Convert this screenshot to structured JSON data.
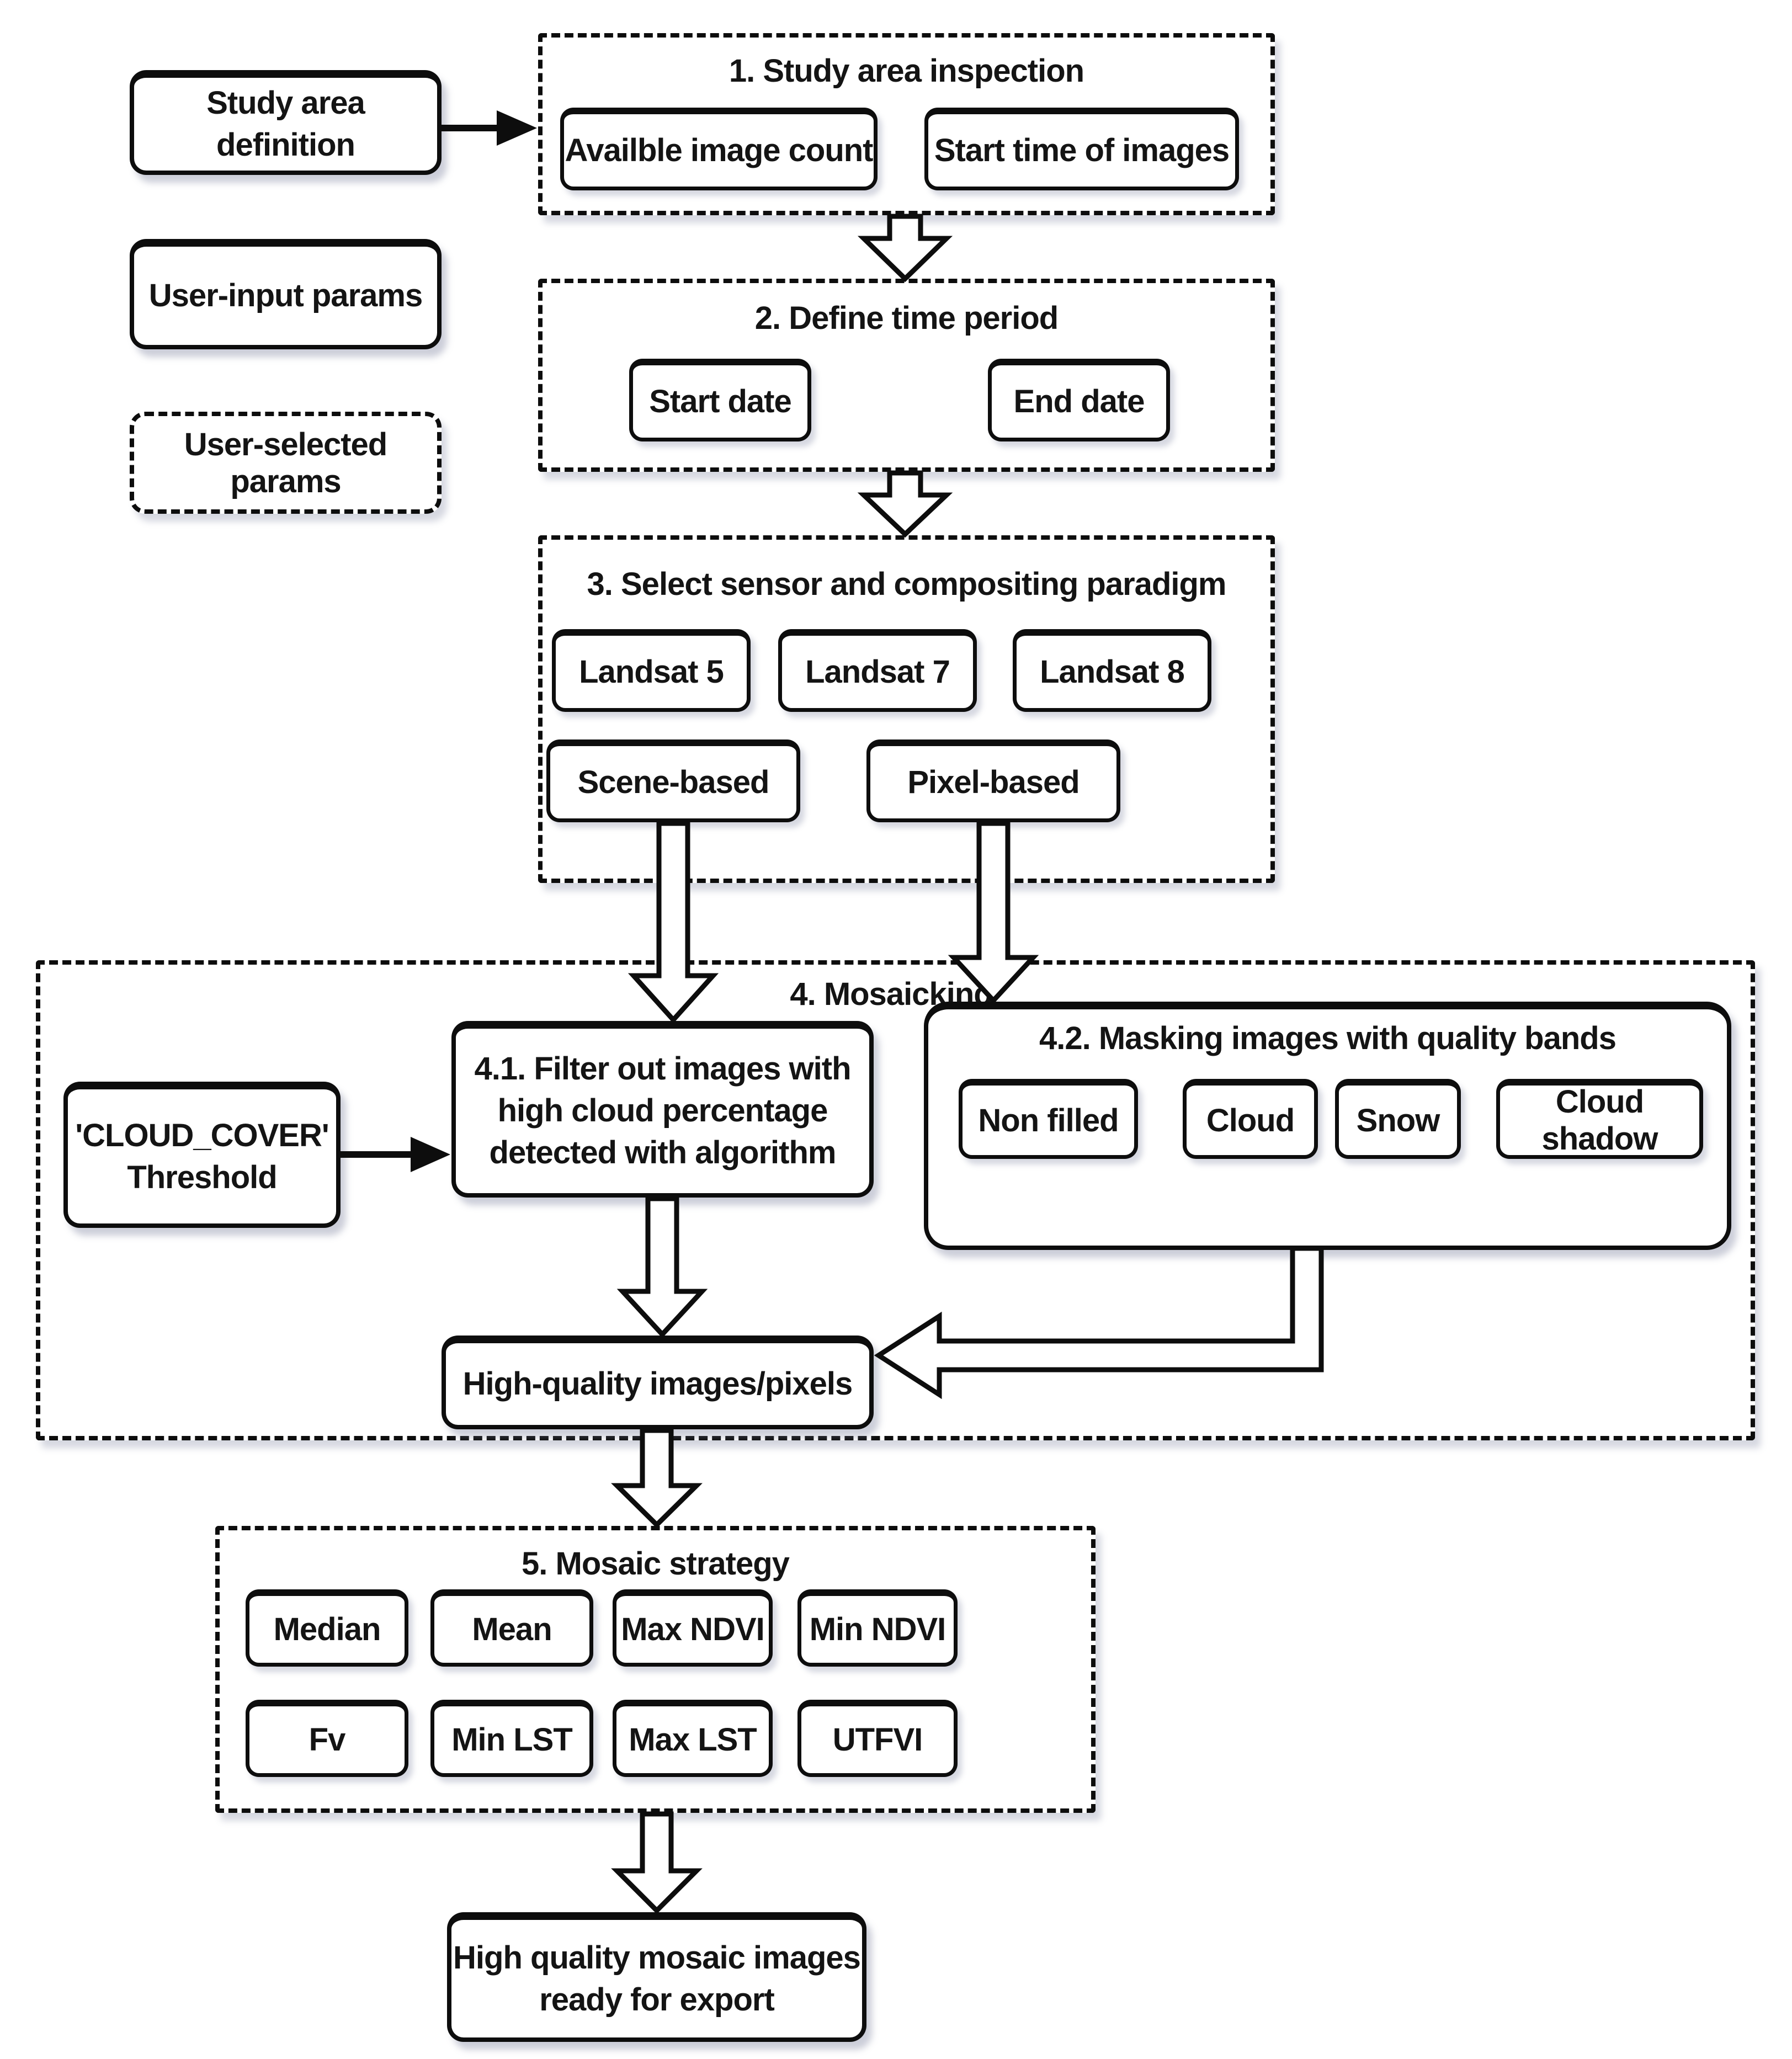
{
  "legend": {
    "study_area_definition": "Study area definition",
    "user_input_params": "User-input params",
    "user_selected_params": "User-selected params"
  },
  "steps": {
    "step1": {
      "title": "1. Study area inspection",
      "available_image_count": "Availble image count",
      "start_time_of_images": "Start time of images"
    },
    "step2": {
      "title": "2. Define time period",
      "start_date": "Start date",
      "end_date": "End date"
    },
    "step3": {
      "title": "3. Select sensor and compositing paradigm",
      "sensors": [
        "Landsat 5",
        "Landsat 7",
        "Landsat 8"
      ],
      "paradigms": [
        "Scene-based",
        "Pixel-based"
      ]
    },
    "step4": {
      "title": "4. Mosaicking",
      "cloud_cover_threshold": {
        "line1": "'CLOUD_COVER'",
        "line2": "Threshold"
      },
      "filter_4_1": {
        "line1": "4.1. Filter out images with",
        "line2": "high cloud percentage",
        "line3": "detected with algorithm"
      },
      "masking_4_2": {
        "title": "4.2. Masking images with quality bands",
        "bands": [
          "Non filled",
          "Cloud",
          "Snow",
          "Cloud shadow"
        ]
      },
      "high_quality": "High-quality images/pixels"
    },
    "step5": {
      "title": "5. Mosaic strategy",
      "strategies_row1": [
        "Median",
        "Mean",
        "Max NDVI",
        "Min NDVI"
      ],
      "strategies_row2": [
        "Fv",
        "Min LST",
        "Max LST",
        "UTFVI"
      ]
    },
    "output": {
      "line1": "High quality mosaic images",
      "line2": "ready for export"
    }
  }
}
